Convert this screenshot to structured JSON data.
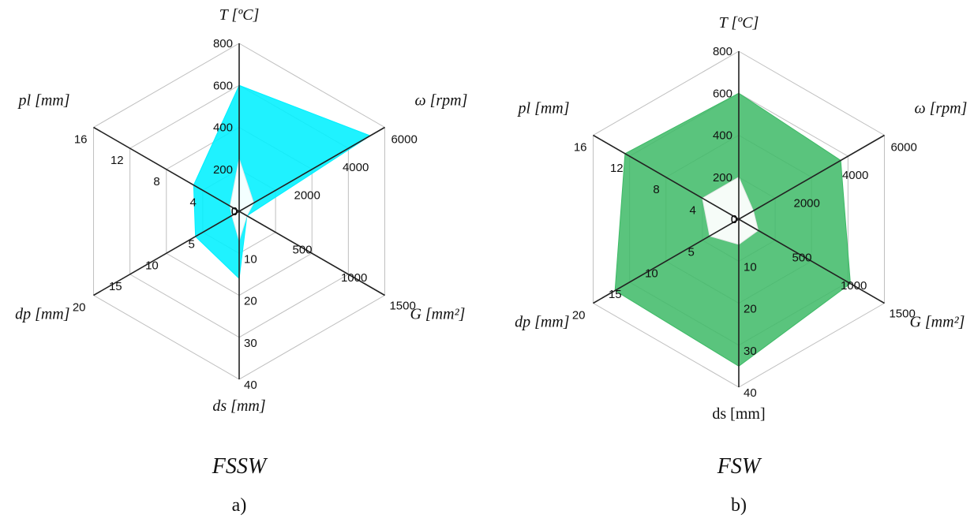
{
  "chart_data": [
    {
      "type": "radar",
      "title": "FSSW",
      "panel_label": "a)",
      "fill_color": "#00f0ff",
      "inner_fill_color": "#ffffff",
      "axes": [
        {
          "label": "T [ºC]",
          "max": 800,
          "ticks": [
            "0",
            "200",
            "400",
            "600",
            "800"
          ],
          "tick_values": [
            0,
            200,
            400,
            600,
            800
          ]
        },
        {
          "label": "ω [rpm]",
          "max": 6000,
          "ticks": [
            "0",
            "2000",
            "4000",
            "6000"
          ],
          "tick_values": [
            0,
            2000,
            4000,
            6000
          ]
        },
        {
          "label": "G [mm²]",
          "max": 1500,
          "ticks": [
            "0",
            "500",
            "1000",
            "1500"
          ],
          "tick_values": [
            0,
            500,
            1000,
            1500
          ]
        },
        {
          "label": "ds [mm]",
          "max": 40,
          "ticks": [
            "0",
            "10",
            "20",
            "30",
            "40"
          ],
          "tick_values": [
            0,
            10,
            20,
            30,
            40
          ]
        },
        {
          "label": "dp [mm]",
          "max": 20,
          "ticks": [
            "0",
            "5",
            "10",
            "15",
            "20"
          ],
          "tick_values": [
            0,
            5,
            10,
            15,
            20
          ]
        },
        {
          "label": "pl [mm]",
          "max": 16,
          "ticks": [
            "0",
            "4",
            "8",
            "12",
            "16"
          ],
          "tick_values": [
            0,
            4,
            8,
            12,
            16
          ]
        }
      ],
      "series": [
        {
          "values": [
            600,
            5400,
            80,
            16,
            6,
            5
          ]
        },
        {
          "values": [
            250,
            600,
            80,
            7,
            1,
            1
          ]
        }
      ]
    },
    {
      "type": "radar",
      "title": "FSW",
      "panel_label": "b)",
      "fill_color": "#3dba66",
      "inner_fill_color": "#ffffff",
      "axes": [
        {
          "label": "T [ºC]",
          "max": 800,
          "ticks": [
            "0",
            "200",
            "400",
            "600",
            "800"
          ],
          "tick_values": [
            0,
            200,
            400,
            600,
            800
          ]
        },
        {
          "label": "ω [rpm]",
          "max": 6000,
          "ticks": [
            "0",
            "2000",
            "4000",
            "6000"
          ],
          "tick_values": [
            0,
            2000,
            4000,
            6000
          ]
        },
        {
          "label": "G [mm²]",
          "max": 1500,
          "ticks": [
            "0",
            "500",
            "1000",
            "1500"
          ],
          "tick_values": [
            0,
            500,
            1000,
            1500
          ]
        },
        {
          "label": "ds [mm]",
          "max": 40,
          "ticks": [
            "0",
            "10",
            "20",
            "30",
            "40"
          ],
          "tick_values": [
            0,
            10,
            20,
            30,
            40
          ]
        },
        {
          "label": "dp [mm]",
          "max": 20,
          "ticks": [
            "0",
            "5",
            "10",
            "15",
            "20"
          ],
          "tick_values": [
            0,
            5,
            10,
            15,
            20
          ]
        },
        {
          "label": "pl [mm]",
          "max": 16,
          "ticks": [
            "0",
            "4",
            "8",
            "12",
            "16"
          ],
          "tick_values": [
            0,
            4,
            8,
            12,
            16
          ]
        }
      ],
      "series": [
        {
          "values": [
            600,
            4200,
            1150,
            35,
            17,
            12.5
          ]
        },
        {
          "values": [
            200,
            600,
            200,
            6,
            4,
            4
          ]
        }
      ]
    }
  ]
}
